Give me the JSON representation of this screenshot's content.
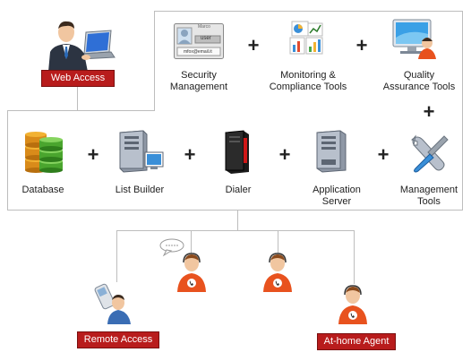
{
  "web_access": {
    "label": "Web Access"
  },
  "top_row": {
    "security": {
      "label_line1": "Security",
      "label_line2": "Management",
      "card": {
        "name": "Marco",
        "user": "user",
        "email": "mfox@email.it"
      }
    },
    "monitoring": {
      "label_line1": "Monitoring &",
      "label_line2": "Compliance Tools"
    },
    "quality": {
      "label_line1": "Quality",
      "label_line2": "Assurance Tools"
    }
  },
  "bottom_row": {
    "database": {
      "label": "Database"
    },
    "list_builder": {
      "label": "List Builder"
    },
    "dialer": {
      "label": "Dialer"
    },
    "app_server": {
      "label_line1": "Application",
      "label_line2": "Server"
    },
    "management": {
      "label_line1": "Management",
      "label_line2": "Tools"
    }
  },
  "agents": {
    "remote_access": {
      "label": "Remote Access"
    },
    "at_home": {
      "label": "At-home Agent"
    }
  },
  "plus_sign": "+",
  "colors": {
    "red_tag": "#b81c1c",
    "frame": "#bdbdbd",
    "agent_orange": "#e8521e"
  }
}
